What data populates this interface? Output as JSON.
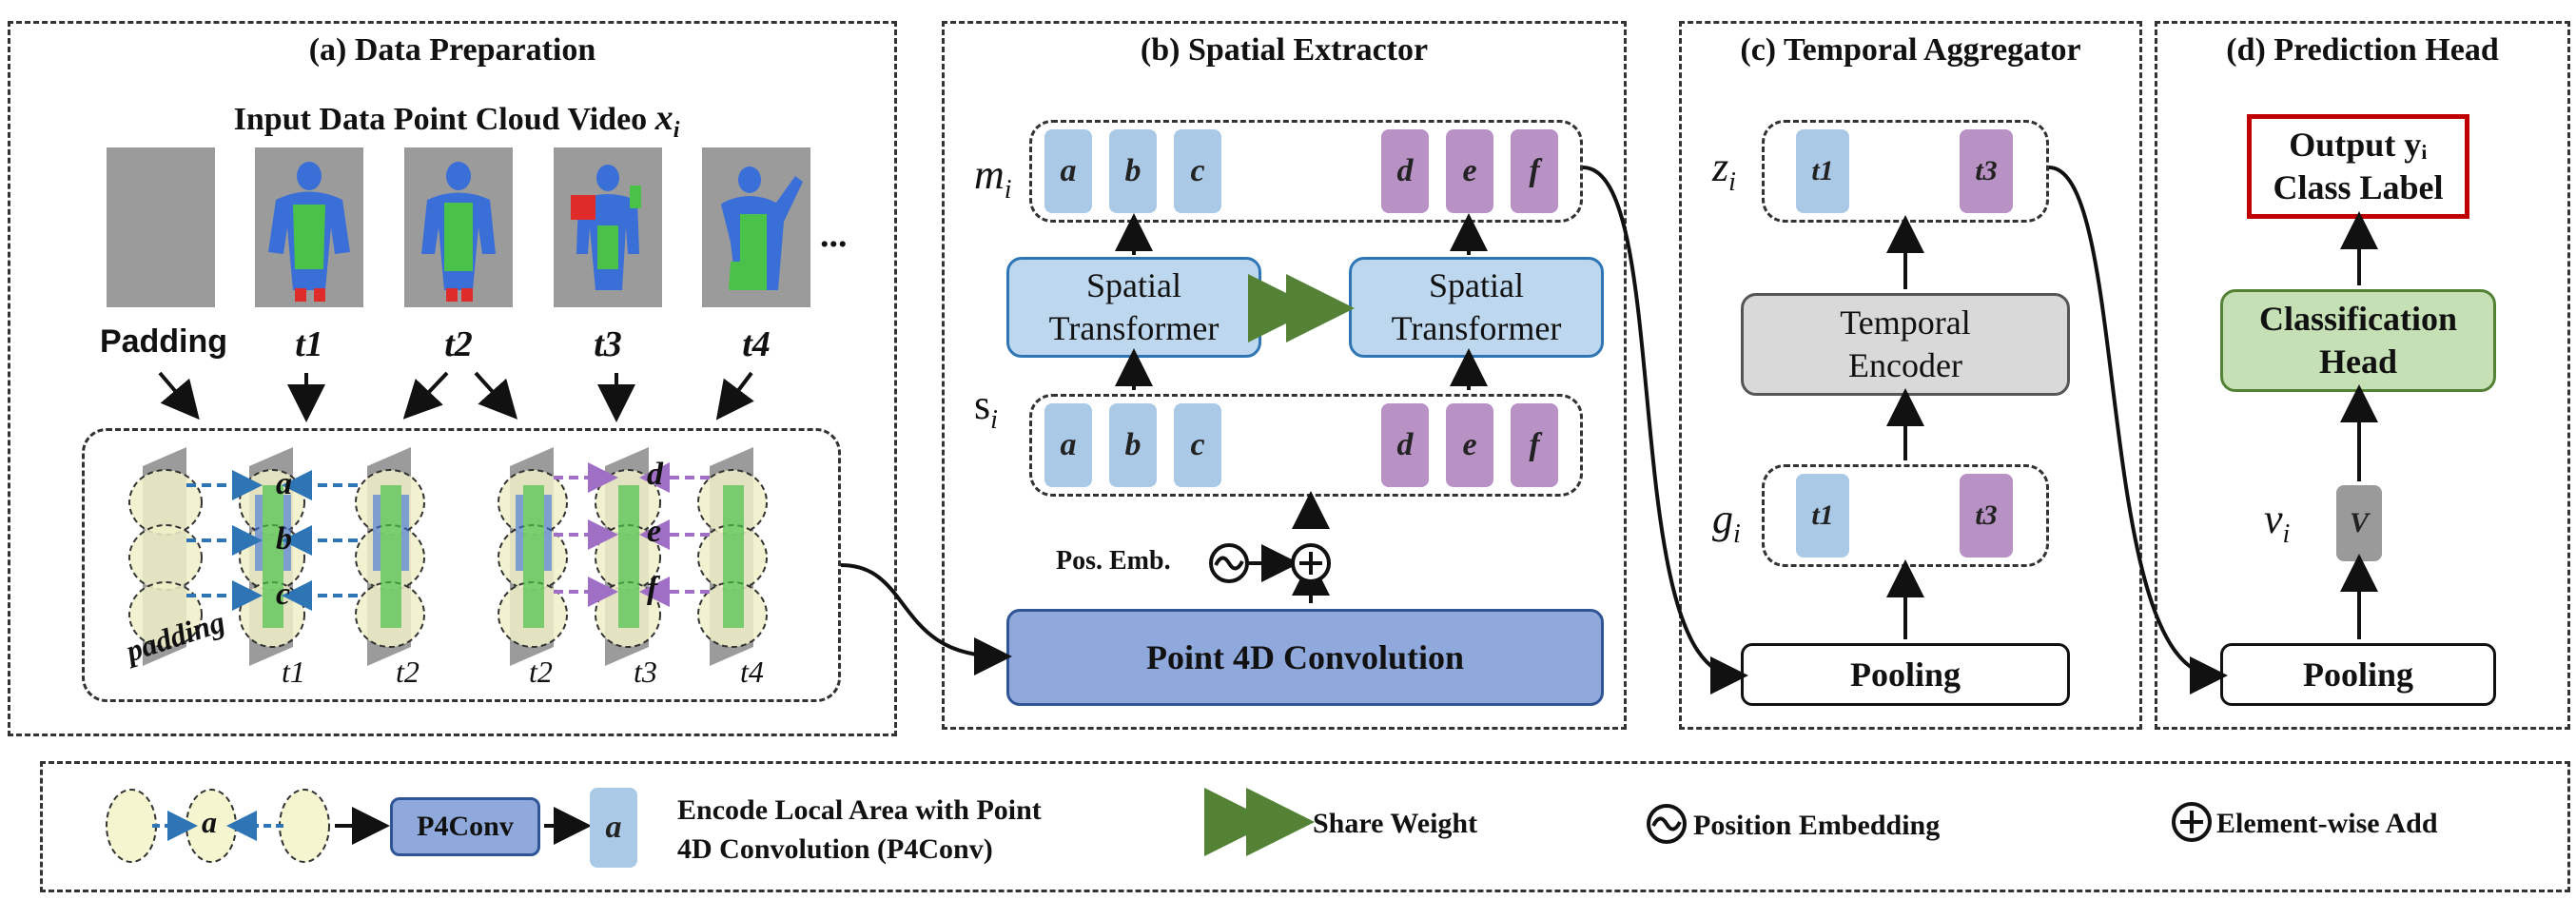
{
  "panels": {
    "a": {
      "title": "(a) Data Preparation"
    },
    "b": {
      "title": "(b) Spatial Extractor"
    },
    "c": {
      "title": "(c) Temporal Aggregator"
    },
    "d": {
      "title": "(d) Prediction Head"
    }
  },
  "data_prep": {
    "input_label": "Input Data Point Cloud Video ",
    "input_symbol": "x",
    "input_sub": "i",
    "frame_labels": [
      "Padding",
      "t1",
      "t2",
      "t3",
      "t4"
    ],
    "ellipsis": "...",
    "stack_labels": [
      "padding",
      "t1",
      "t2",
      "t2",
      "t3",
      "t4"
    ],
    "local_tokens": [
      "a",
      "b",
      "c",
      "d",
      "e",
      "f"
    ]
  },
  "spatial": {
    "m_symbol": "m",
    "m_sub": "i",
    "s_symbol": "s",
    "s_sub": "i",
    "tokens": [
      "a",
      "b",
      "c",
      "d",
      "e",
      "f"
    ],
    "transformer_label": "Spatial\nTransformer",
    "pos_emb_label": "Pos. Emb.",
    "conv_label": "Point 4D Convolution"
  },
  "temporal": {
    "z_symbol": "z",
    "z_sub": "i",
    "g_symbol": "g",
    "g_sub": "i",
    "tokens": [
      "t1",
      "t3"
    ],
    "encoder_label": "Temporal\nEncoder",
    "pooling_label": "Pooling"
  },
  "prediction": {
    "output_label": "Output yᵢ\nClass Label",
    "head_label": "Classification\nHead",
    "v_symbol": "v",
    "v_sub": "i",
    "v_token": "V",
    "pooling_label": "Pooling"
  },
  "legend": {
    "token": "a",
    "p4conv": "P4Conv",
    "encode_text": "Encode Local Area with Point\n4D Convolution (P4Conv)",
    "share_weight": "Share Weight",
    "position_embedding": "Position Embedding",
    "element_add": "Element-wise Add"
  },
  "colors": {
    "token_blue": "#a9c9e6",
    "token_purple": "#b892c4",
    "token_grey": "#9a9a9a",
    "transformer_fill": "#bdd7ee",
    "transformer_border": "#2e75b6",
    "conv_fill": "#8fa9dc",
    "conv_border": "#2f5597",
    "encoder_fill": "#d9d9d9",
    "head_fill": "#c5e0b4",
    "head_border": "#548235",
    "output_border": "#c00000",
    "share_arrow": "#548235",
    "blue_arrow": "#2e75b6",
    "purple_arrow": "#9e6fc4"
  }
}
